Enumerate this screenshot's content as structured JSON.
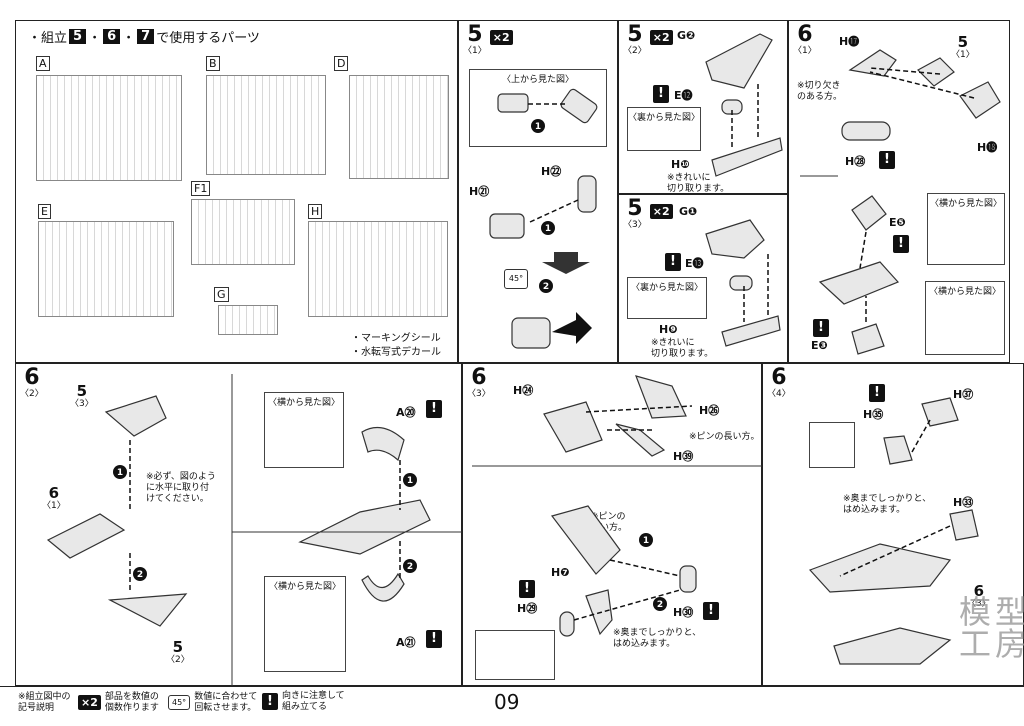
{
  "parts_panel": {
    "title_prefix": "・組立",
    "steps": [
      "5",
      "6",
      "7"
    ],
    "separator": "・",
    "title_suffix": "で使用するパーツ",
    "runners": [
      "A",
      "B",
      "D",
      "E",
      "F1",
      "H",
      "G"
    ],
    "notes": [
      "・マーキングシール",
      "・水転写式デカール"
    ]
  },
  "step5_1": {
    "num": "5",
    "sub": "〈1〉",
    "mult": "×2",
    "view_label": "〈上から見た図〉",
    "part1": "H㉑",
    "part2": "H㉒",
    "rotate": "45°",
    "markers": [
      "1",
      "1",
      "2"
    ]
  },
  "step5_2": {
    "num": "5",
    "sub": "〈2〉",
    "mult": "×2",
    "parts": [
      "G❷",
      "E⓬",
      "H❿"
    ],
    "view_label": "〈裏から見た図〉",
    "note": "※きれいに\n切り取ります。"
  },
  "step5_3": {
    "num": "5",
    "sub": "〈3〉",
    "mult": "×2",
    "parts": [
      "G❶",
      "E⓭",
      "H❾"
    ],
    "view_label": "〈裏から見た図〉",
    "note": "※きれいに\n切り取ります。"
  },
  "step6_1": {
    "num": "6",
    "sub": "〈1〉",
    "parts": [
      "H⓱",
      "H⓲",
      "H㉘",
      "E❺",
      "E❸"
    ],
    "ref_num": "5",
    "ref_sub": "〈1〉",
    "note": "※切り欠き\nのある方。",
    "view_label1": "〈横から見た図〉",
    "view_label2": "〈横から見た図〉"
  },
  "step6_2": {
    "num": "6",
    "sub": "〈2〉",
    "ref_top": {
      "num": "5",
      "sub": "〈3〉"
    },
    "ref_left": {
      "num": "6",
      "sub": "〈1〉"
    },
    "ref_bottom": {
      "num": "5",
      "sub": "〈2〉"
    },
    "note": "※必ず、図のよう\nに水平に取り付\nけてください。",
    "view_label1": "〈横から見た図〉",
    "view_label2": "〈横から見た図〉",
    "parts": [
      "A⑳",
      "A㉑"
    ]
  },
  "step6_3": {
    "num": "6",
    "sub": "〈3〉",
    "parts": [
      "H㉔",
      "H㉖",
      "H㊴",
      "H❼",
      "H㉙",
      "H㉚"
    ],
    "note1": "※ピンの長い方。",
    "note2": "※ピンの\n長い方。",
    "note3": "※奥までしっかりと、\nはめ込みます。"
  },
  "step6_4": {
    "num": "6",
    "sub": "〈4〉",
    "parts": [
      "H㊲",
      "H㉟",
      "H㉝"
    ],
    "ref": {
      "num": "6",
      "sub": "〈3〉"
    },
    "note": "※奥までしっかりと、\nはめ込みます。",
    "watermark": "模型\n工房"
  },
  "legend": {
    "title": "※組立図中の\n記号説明",
    "items": [
      {
        "icon": "×2",
        "text": "部品を数値の\n個数作ります"
      },
      {
        "icon": "45°",
        "text": "数値に合わせて\n回転させます。"
      },
      {
        "icon": "!",
        "text": "向きに注意して\n組み立てる"
      }
    ]
  },
  "page_number": "09"
}
